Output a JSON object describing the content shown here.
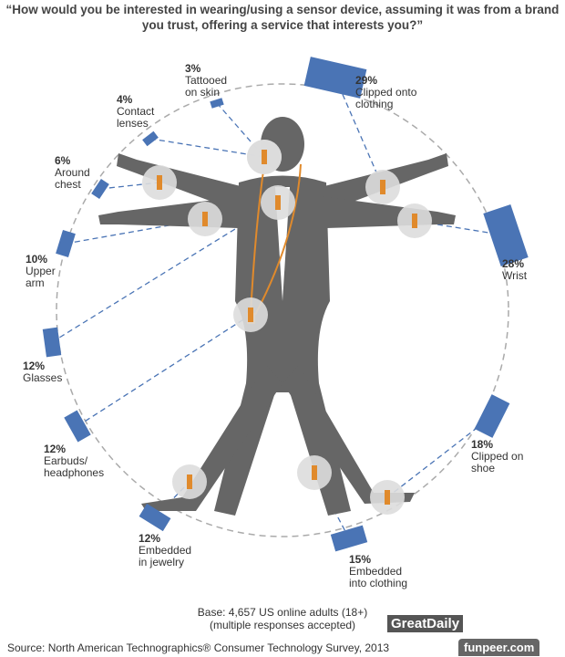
{
  "title": "“How would you be interested in wearing/using a sensor device, assuming it was from a brand you trust, offering a service that interests you?”",
  "chart_data": {
    "type": "radial-bar",
    "title": "“How would you be interested in wearing/using a sensor device, assuming it was from a brand you trust, offering a service that interests you?”",
    "unit": "%",
    "items": [
      {
        "label": "Tattooed on skin",
        "value": 3,
        "value_label": "3%"
      },
      {
        "label": "Contact lenses",
        "value": 4,
        "value_label": "4%"
      },
      {
        "label": "Around chest",
        "value": 6,
        "value_label": "6%"
      },
      {
        "label": "Upper arm",
        "value": 10,
        "value_label": "10%"
      },
      {
        "label": "Glasses",
        "value": 12,
        "value_label": "12%"
      },
      {
        "label": "Earbuds/ headphones",
        "value": 12,
        "value_label": "12%"
      },
      {
        "label": "Embedded in jewelry",
        "value": 12,
        "value_label": "12%"
      },
      {
        "label": "Embedded into clothing",
        "value": 15,
        "value_label": "15%"
      },
      {
        "label": "Clipped on shoe",
        "value": 18,
        "value_label": "18%"
      },
      {
        "label": "Wrist",
        "value": 28,
        "value_label": "28%"
      },
      {
        "label": "Clipped onto clothing",
        "value": 29,
        "value_label": "29%"
      }
    ],
    "colors": {
      "bar": "#4a74b5",
      "figure": "#666666",
      "accent": "#e08a2c"
    }
  },
  "footer": {
    "base_line1": "Base: 4,657 US online adults (18+)",
    "base_line2": "(multiple responses accepted)",
    "source": "Source: North American Technographics® Consumer Technology Survey, 2013",
    "watermark1": "GreatDaily",
    "watermark2": "funpeer.com"
  }
}
